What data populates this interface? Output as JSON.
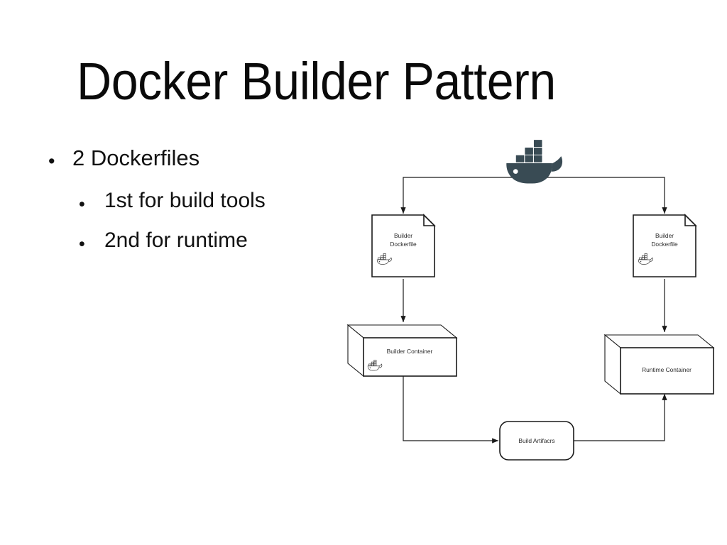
{
  "slide": {
    "title": "Docker Builder Pattern",
    "background_color": "#ffffff",
    "text_color": "#111111"
  },
  "bullets": [
    {
      "level": 1,
      "marker": "•",
      "text": "2 Dockerfiles"
    },
    {
      "level": 2,
      "marker": "•",
      "text": "1st for build tools"
    },
    {
      "level": 2,
      "marker": "•",
      "text": "2nd for runtime"
    }
  ],
  "diagram": {
    "logo": {
      "name": "docker-whale-logo",
      "color": "#394b54"
    },
    "nodes": [
      {
        "id": "left-dockerfile",
        "label_line1": "Builder",
        "label_line2": "Dockerfile",
        "shape": "document",
        "has_whale_icon": true
      },
      {
        "id": "right-dockerfile",
        "label_line1": "Builder",
        "label_line2": "Dockerfile",
        "shape": "document",
        "has_whale_icon": true
      },
      {
        "id": "builder-container",
        "label_line1": "Builder Container",
        "label_line2": "",
        "shape": "cube",
        "has_whale_icon": true
      },
      {
        "id": "runtime-container",
        "label_line1": "Runtime Container",
        "label_line2": "",
        "shape": "cube",
        "has_whale_icon": false
      },
      {
        "id": "build-artifacts",
        "label_line1": "Build Artifacrs",
        "label_line2": "",
        "shape": "rounded",
        "has_whale_icon": false
      }
    ],
    "edges": [
      {
        "from": "docker-whale-logo",
        "to": "left-dockerfile"
      },
      {
        "from": "docker-whale-logo",
        "to": "right-dockerfile"
      },
      {
        "from": "left-dockerfile",
        "to": "builder-container"
      },
      {
        "from": "right-dockerfile",
        "to": "runtime-container"
      },
      {
        "from": "builder-container",
        "to": "build-artifacts"
      },
      {
        "from": "build-artifacts",
        "to": "runtime-container"
      }
    ],
    "stroke_color": "#1a1a1a",
    "fill_color": "#ffffff"
  }
}
